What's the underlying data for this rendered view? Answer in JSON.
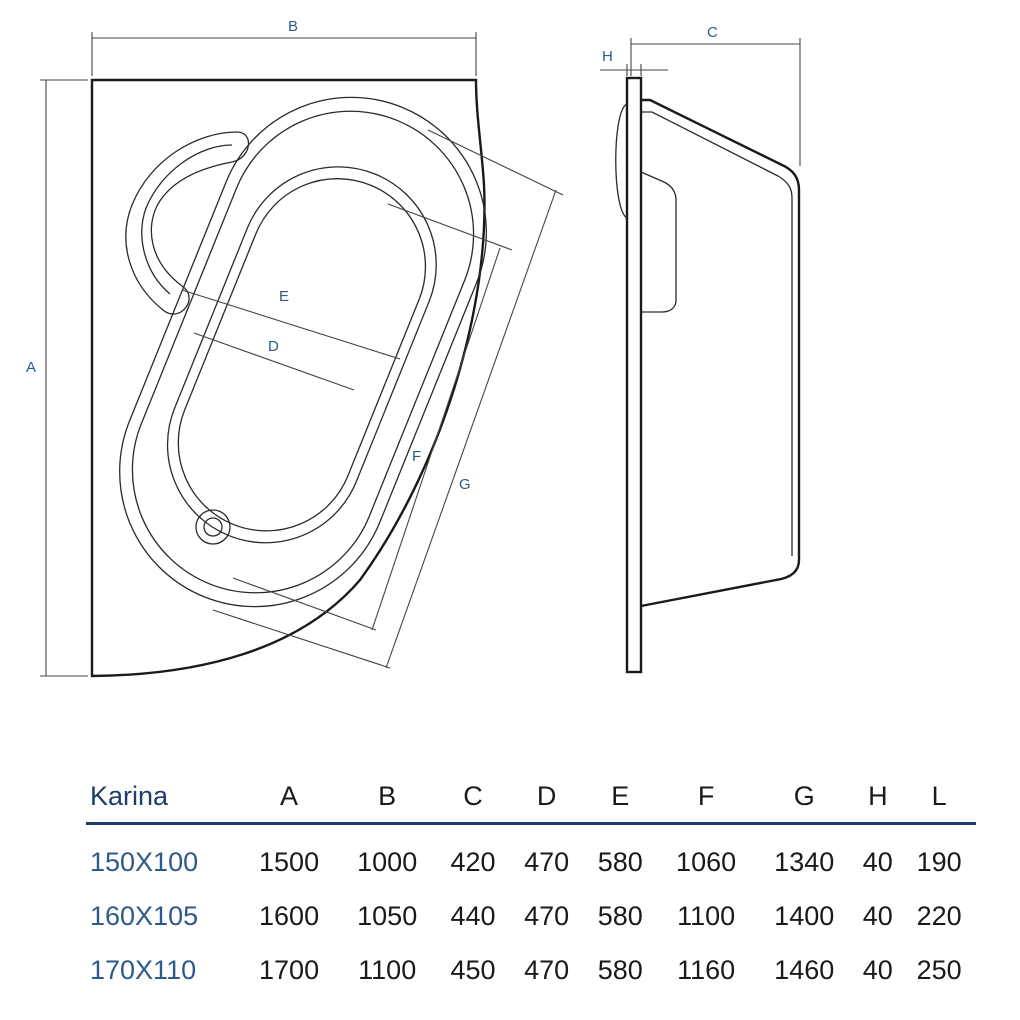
{
  "labels": {
    "A": "A",
    "B": "B",
    "C": "C",
    "D": "D",
    "E": "E",
    "F": "F",
    "G": "G",
    "H": "H"
  },
  "table": {
    "model_header": "Karina",
    "columns": [
      "A",
      "B",
      "C",
      "D",
      "E",
      "F",
      "G",
      "H",
      "L"
    ],
    "rows": [
      {
        "model": "150X100",
        "values": [
          "1500",
          "1000",
          "420",
          "470",
          "580",
          "1060",
          "1340",
          "40",
          "190"
        ]
      },
      {
        "model": "160X105",
        "values": [
          "1600",
          "1050",
          "440",
          "470",
          "580",
          "1100",
          "1400",
          "40",
          "220"
        ]
      },
      {
        "model": "170X110",
        "values": [
          "1700",
          "1100",
          "450",
          "470",
          "580",
          "1160",
          "1460",
          "40",
          "250"
        ]
      }
    ]
  },
  "colors": {
    "label_blue": "#2e5a8a",
    "header_navy": "#1f3d6b",
    "line": "#1a1a1a"
  }
}
